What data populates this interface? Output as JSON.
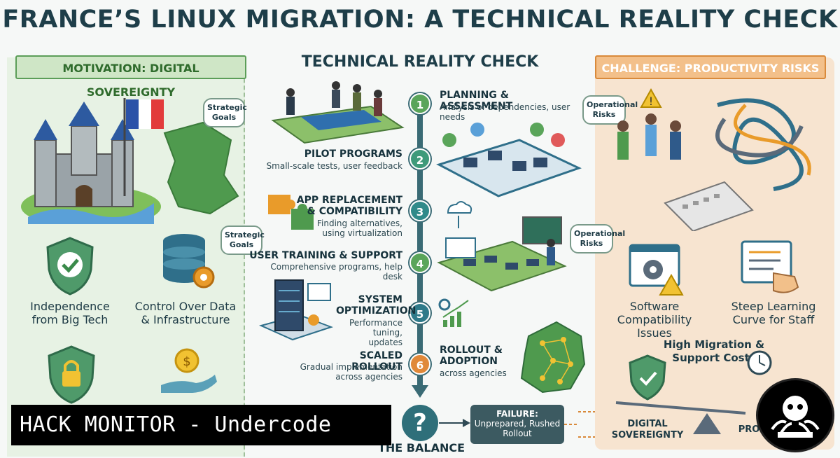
{
  "title": "FRANCE’S LINUX MIGRATION: A TECHNICAL REALITY CHECK",
  "left_panel": {
    "banner": "MOTIVATION: DIGITAL SOVEREIGNTY",
    "bubble1": "Strategic Goals",
    "bubble2": "Strategic Goals",
    "item1": "Independence from Big Tech",
    "item2": "Control Over Data & Infrastructure"
  },
  "center": {
    "title": "TECHNICAL REALITY CHECK",
    "steps": [
      {
        "num": "1",
        "title": "PLANNING & ASSESSMENT",
        "sub": "Analysis of dependencies, user needs"
      },
      {
        "num": "2",
        "title": "PILOT PROGRAMS",
        "sub": "Small-scale tests, user feedback"
      },
      {
        "num": "3",
        "title": "APP REPLACEMENT & COMPATIBILITY",
        "sub": "Finding alternatives, using virtualization"
      },
      {
        "num": "4",
        "title": "USER TRAINING & SUPPORT",
        "sub": "Comprehensive programs, help desk"
      },
      {
        "num": "5",
        "title": "SYSTEM OPTIMIZATION",
        "sub": "Performance tuning, updates"
      },
      {
        "num": "6",
        "title": "SCALED ROLLOUT",
        "sub": "Gradual implementation across agencies"
      }
    ],
    "rollout_title": "ROLLOUT & ADOPTION",
    "rollout_sub": "across agencies",
    "question": "?",
    "failure_title": "FAILURE:",
    "failure_sub": "Unprepared, Rushed Rollout",
    "balance": "THE BALANCE"
  },
  "right_panel": {
    "banner": "CHALLENGE: PRODUCTIVITY RISKS",
    "bubble1": "Operational Risks",
    "bubble2": "Operational Risks",
    "item1": "Software Compatibility Issues",
    "item2": "Steep Learning Curve for Staff",
    "item3": "High Migration & Support Costs",
    "scale_left": "DIGITAL SOVEREIGNTY",
    "scale_right": "PRO"
  },
  "watermark": "HACK MONITOR - Undercode",
  "colors": {
    "navy": "#1e3e49",
    "green": "#5c9e58",
    "orange": "#e0893a",
    "teal": "#2f6f7a"
  }
}
